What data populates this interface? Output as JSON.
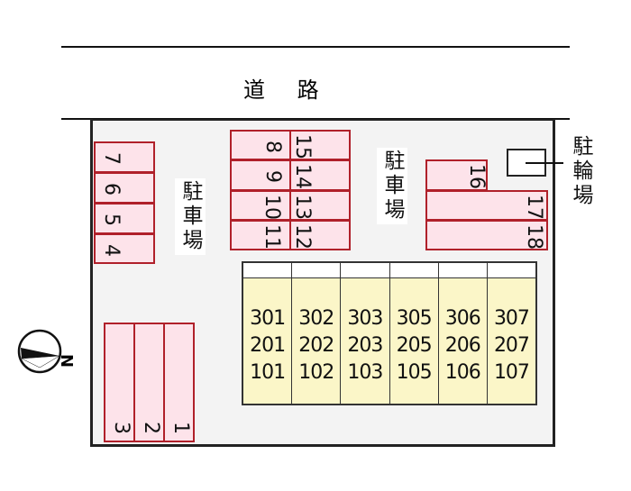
{
  "road": {
    "label": "道 路"
  },
  "parking_labels": [
    "駐車場",
    "駐車場"
  ],
  "bike_parking": {
    "label": "駐輪場"
  },
  "compass": {
    "label": "N"
  },
  "stalls": {
    "left_column": [
      "7",
      "6",
      "5",
      "4"
    ],
    "center_left": [
      "8",
      "9",
      "10",
      "11"
    ],
    "center_right": [
      "15",
      "14",
      "13",
      "12"
    ],
    "right": [
      "16",
      "17",
      "18"
    ],
    "bottom_left": [
      "3",
      "2",
      "1"
    ]
  },
  "building": {
    "columns": [
      [
        "301",
        "201",
        "101"
      ],
      [
        "302",
        "202",
        "102"
      ],
      [
        "303",
        "203",
        "103"
      ],
      [
        "305",
        "205",
        "105"
      ],
      [
        "306",
        "206",
        "106"
      ],
      [
        "307",
        "207",
        "107"
      ]
    ]
  },
  "colors": {
    "stall_fill": "#fde3ea",
    "stall_border": "#b0202a",
    "building_fill": "#fbf6c8"
  }
}
